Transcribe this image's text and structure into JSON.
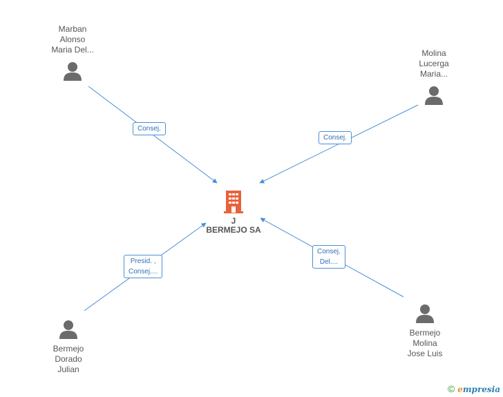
{
  "company": {
    "name_line1": "J",
    "name_line2": "BERMEJO SA",
    "icon": "building-icon",
    "icon_color": "#e8623a"
  },
  "people": [
    {
      "id": "marban",
      "lines": [
        "Marban",
        "Alonso",
        "Maria Del..."
      ],
      "role_lines": [
        "Consej."
      ]
    },
    {
      "id": "molina",
      "lines": [
        "Molina",
        "Lucerga",
        "Maria..."
      ],
      "role_lines": [
        "Consej."
      ]
    },
    {
      "id": "dorado",
      "lines": [
        "Bermejo",
        "Dorado",
        "Julian"
      ],
      "role_lines": [
        "Presid. ,",
        "Consej...."
      ]
    },
    {
      "id": "jose",
      "lines": [
        "Bermejo",
        "Molina",
        "Jose Luis"
      ],
      "role_lines": [
        "Consej.",
        "Del...."
      ]
    }
  ],
  "colors": {
    "edge": "#4a8fd6",
    "person_icon": "#6b6b6b",
    "text": "#555555"
  },
  "footer": {
    "copyright_symbol": "©",
    "brand_e": "e",
    "brand_rest": "mpresia"
  }
}
